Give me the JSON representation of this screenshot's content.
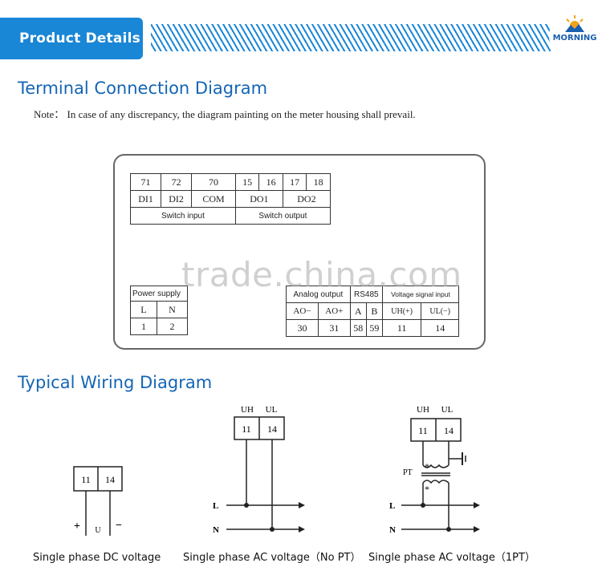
{
  "banner": {
    "title": "Product Details",
    "logo_text": "MORNING"
  },
  "terminal": {
    "heading": "Terminal Connection Diagram",
    "note": "Note： In case of any discrepancy, the diagram painting on the meter housing shall prevail.",
    "switch": {
      "row1": [
        "71",
        "72",
        "70",
        "15",
        "16",
        "17",
        "18"
      ],
      "row2": [
        "DI1",
        "DI2",
        "COM",
        "DO1",
        "DO2"
      ],
      "row3": [
        "Switch input",
        "Switch output"
      ]
    },
    "power": {
      "title": "Power supply",
      "row1": [
        "L",
        "N"
      ],
      "row2": [
        "1",
        "2"
      ]
    },
    "bottom": {
      "headers": [
        "Analog output",
        "RS485",
        "Voltage signal input"
      ],
      "row1": [
        "AO−",
        "AO+",
        "A",
        "B",
        "UH(+)",
        "UL(−)"
      ],
      "row2": [
        "30",
        "31",
        "58",
        "59",
        "11",
        "14"
      ]
    },
    "watermark": "trade.china.com"
  },
  "wiring": {
    "heading": "Typical Wiring Diagram",
    "dc": {
      "t1": "11",
      "t2": "14",
      "plus": "+",
      "minus": "−",
      "u": "U",
      "caption": "Single phase DC voltage"
    },
    "ac1": {
      "uh": "UH",
      "ul": "UL",
      "t1": "11",
      "t2": "14",
      "l": "L",
      "n": "N",
      "caption": "Single phase AC voltage（No PT）"
    },
    "ac2": {
      "uh": "UH",
      "ul": "UL",
      "t1": "11",
      "t2": "14",
      "pt": "PT",
      "star": "*",
      "l": "L",
      "n": "N",
      "caption": "Single phase AC voltage（1PT）"
    }
  }
}
